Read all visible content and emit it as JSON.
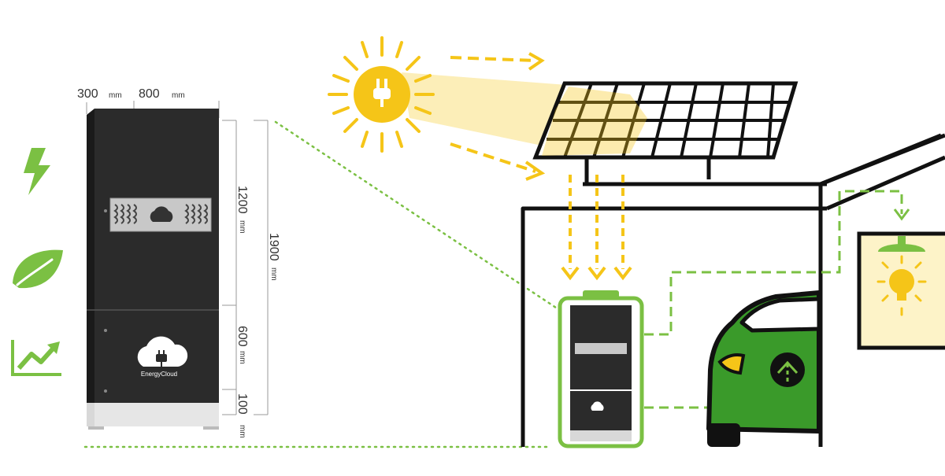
{
  "product": {
    "brand_name": "EnergyCloud"
  },
  "dimensions": {
    "depth_value": "300",
    "depth_unit": "mm",
    "width_value": "800",
    "width_unit": "mm",
    "upper_height_value": "1200",
    "upper_height_unit": "mm",
    "total_height_value": "1900",
    "total_height_unit": "mm",
    "lower_height_value": "600",
    "lower_height_unit": "mm",
    "base_height_value": "100",
    "base_height_unit": "mm"
  },
  "icons": [
    "lightning-icon",
    "leaf-icon",
    "growth-chart-icon",
    "sun-plug-icon",
    "cloud-plug-icon",
    "car-charge-arrow-icon",
    "light-bulb-icon"
  ],
  "colors": {
    "accent_green": "#7bc043",
    "sun_yellow": "#f5c518",
    "cabinet_black": "#2b2b2b",
    "line_black": "#111111"
  }
}
